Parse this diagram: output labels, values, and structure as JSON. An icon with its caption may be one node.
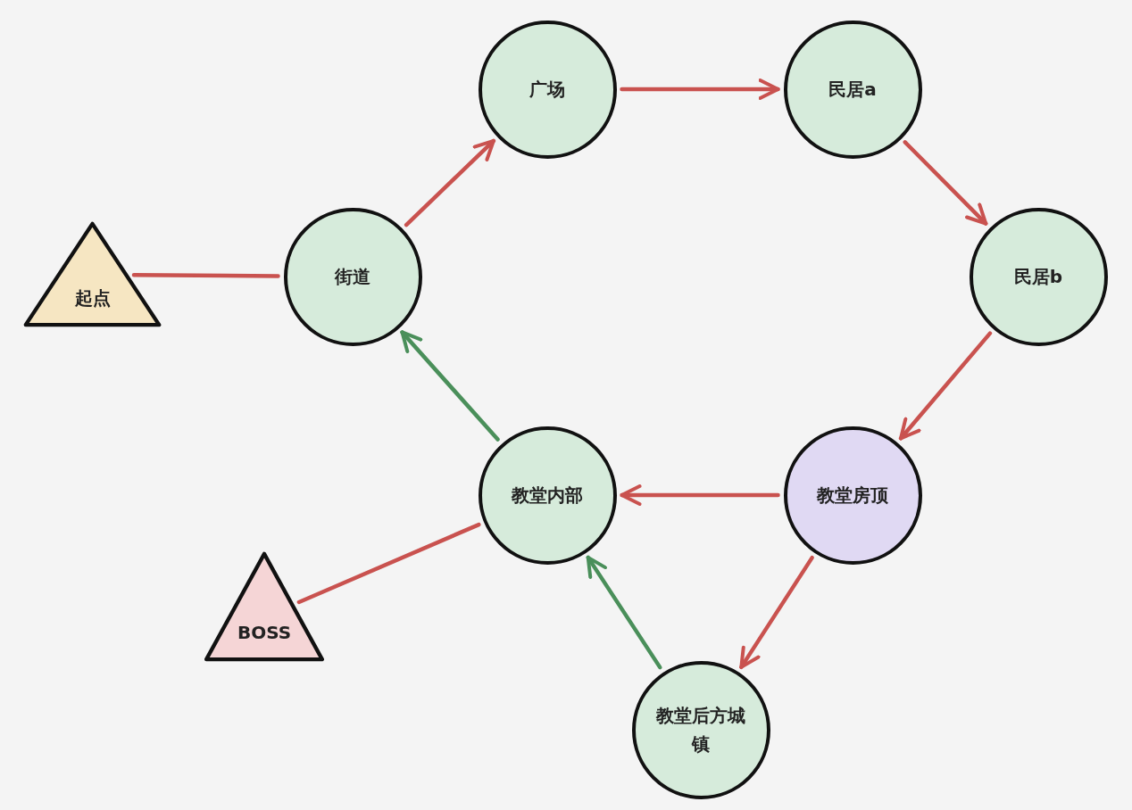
{
  "diagram": {
    "nodes": [
      {
        "text": [
          "起点"
        ]
      },
      {
        "text": [
          "街道"
        ]
      },
      {
        "text": [
          "广场"
        ]
      },
      {
        "text": [
          "民居a"
        ]
      },
      {
        "text": [
          "民居b"
        ]
      },
      {
        "text": [
          "教堂房顶"
        ]
      },
      {
        "text": [
          "教堂内部"
        ]
      },
      {
        "text": [
          "BOSS"
        ]
      },
      {
        "text": [
          "教堂后方城镇"
        ]
      }
    ],
    "edges": [
      {
        "from": 1,
        "to": 0,
        "arrow": "none"
      },
      {
        "from": 1,
        "to": 2,
        "arrow": "to"
      },
      {
        "from": 2,
        "to": 3,
        "arrow": "to"
      },
      {
        "from": 3,
        "to": 4,
        "arrow": "to"
      },
      {
        "from": 4,
        "to": 5,
        "arrow": "to"
      },
      {
        "from": 5,
        "to": 6,
        "arrow": "to"
      },
      {
        "from": 5,
        "to": 8,
        "arrow": "to"
      },
      {
        "from": 8,
        "to": 6,
        "arrow": "to",
        "color": "#4a8f5a"
      },
      {
        "from": 6,
        "to": 1,
        "arrow": "to",
        "color": "#4a8f5a"
      },
      {
        "from": 6,
        "to": 7,
        "arrow": "none"
      }
    ]
  }
}
